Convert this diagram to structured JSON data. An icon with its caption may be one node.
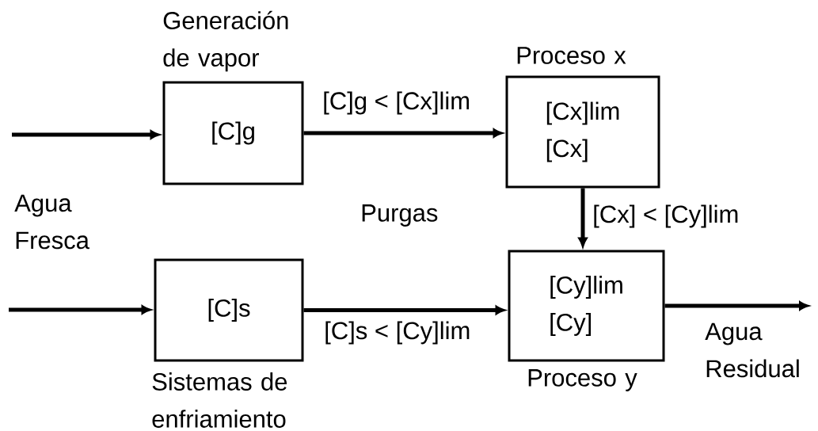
{
  "diagram": {
    "nodes": [
      {
        "text": [
          "Generación de vapor",
          "[C]g"
        ]
      },
      {
        "text": [
          "Proceso x",
          "[Cx]lim",
          "[Cx]"
        ]
      },
      {
        "text": [
          "[C]s",
          "Sistemas de enfriamiento"
        ]
      },
      {
        "text": [
          "[Cy]lim",
          "[Cy]",
          "Proceso y"
        ]
      }
    ],
    "edges": [
      {
        "from": null,
        "to": 0,
        "arrow": "to"
      },
      {
        "from": 0,
        "to": 1,
        "arrow": "to",
        "label": "[C]g < [Cx]lim"
      },
      {
        "from": 1,
        "to": 3,
        "arrow": "to",
        "label": "[Cx] < [Cy]lim"
      },
      {
        "from": null,
        "to": 2,
        "arrow": "to"
      },
      {
        "from": 2,
        "to": 3,
        "arrow": "to",
        "label": "[C]s < [Cy]lim"
      },
      {
        "from": 3,
        "to": null,
        "arrow": "to"
      }
    ],
    "labels": [
      "Agua Fresca",
      "Purgas",
      "Agua Residual"
    ]
  }
}
